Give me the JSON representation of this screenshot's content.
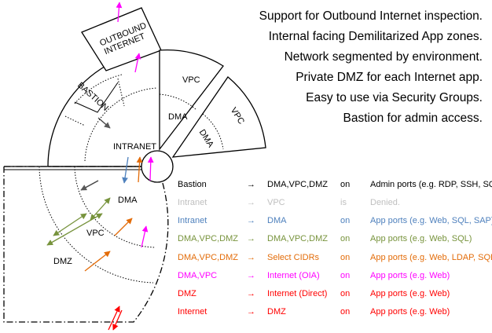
{
  "features": [
    "Support for Outbound Internet inspection.",
    "Internal facing Demilitarized App zones.",
    "Network segmented by environment.",
    "Private DMZ for each Internet app.",
    "Easy to use via Security Groups.",
    "Bastion for admin access."
  ],
  "zones": {
    "outbound_internet": "OUTBOUND INTERNET",
    "outbound_line1": "OUTBOUND",
    "outbound_line2": "INTERNET",
    "bastion": "BASTION",
    "intranet": "INTRANET",
    "vpc_upper": "VPC",
    "dma_upper": "DMA",
    "vpc_tilted": "VPC",
    "dma_tilted": "DMA",
    "dma_lower": "DMA",
    "vpc_lower": "VPC",
    "dmz": "DMZ"
  },
  "colors": {
    "black": "#000000",
    "gray": "#bfbfbf",
    "blue": "#4f81bd",
    "green": "#77933c",
    "orange": "#e36c09",
    "magenta": "#ff00ff",
    "red": "#ff0000"
  },
  "rules": [
    {
      "source": "Bastion",
      "arrow": "→",
      "destination": "DMA,VPC,DMZ",
      "verb": "on",
      "ports": "Admin ports (e.g. RDP, SSH, SQL)",
      "color": "#000000"
    },
    {
      "source": "Intranet",
      "arrow": "→",
      "destination": "VPC",
      "verb": "is",
      "ports": "Denied.",
      "color": "#bfbfbf"
    },
    {
      "source": "Intranet",
      "arrow": "→",
      "destination": "DMA",
      "verb": "on",
      "ports": "App ports (e.g. Web, SQL, SAP)",
      "color": "#4f81bd"
    },
    {
      "source": "DMA,VPC,DMZ",
      "arrow": "→",
      "destination": "DMA,VPC,DMZ",
      "verb": "on",
      "ports": "App ports (e.g. Web, SQL)",
      "color": "#77933c"
    },
    {
      "source": "DMA,VPC,DMZ",
      "arrow": "→",
      "destination": "Select CIDRs",
      "verb": "on",
      "ports": "App ports (e.g. Web, LDAP, SQL)",
      "color": "#e36c09"
    },
    {
      "source": "DMA,VPC",
      "arrow": "→",
      "destination": "Internet (OIA)",
      "verb": "on",
      "ports": "App ports (e.g. Web)",
      "color": "#ff00ff"
    },
    {
      "source": "DMZ",
      "arrow": "→",
      "destination": "Internet (Direct)",
      "verb": "on",
      "ports": "App ports (e.g. Web)",
      "color": "#ff0000"
    },
    {
      "source": "Internet",
      "arrow": "→",
      "destination": "DMZ",
      "verb": "on",
      "ports": "App ports (e.g. Web)",
      "color": "#ff0000"
    }
  ]
}
